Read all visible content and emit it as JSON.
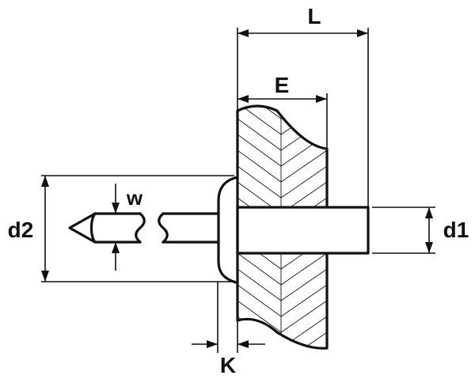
{
  "labels": {
    "L": "L",
    "E": "E",
    "w": "w",
    "d2": "d2",
    "d1": "d1",
    "K": "K"
  },
  "colors": {
    "stroke": "#111111",
    "background": "#ffffff"
  }
}
